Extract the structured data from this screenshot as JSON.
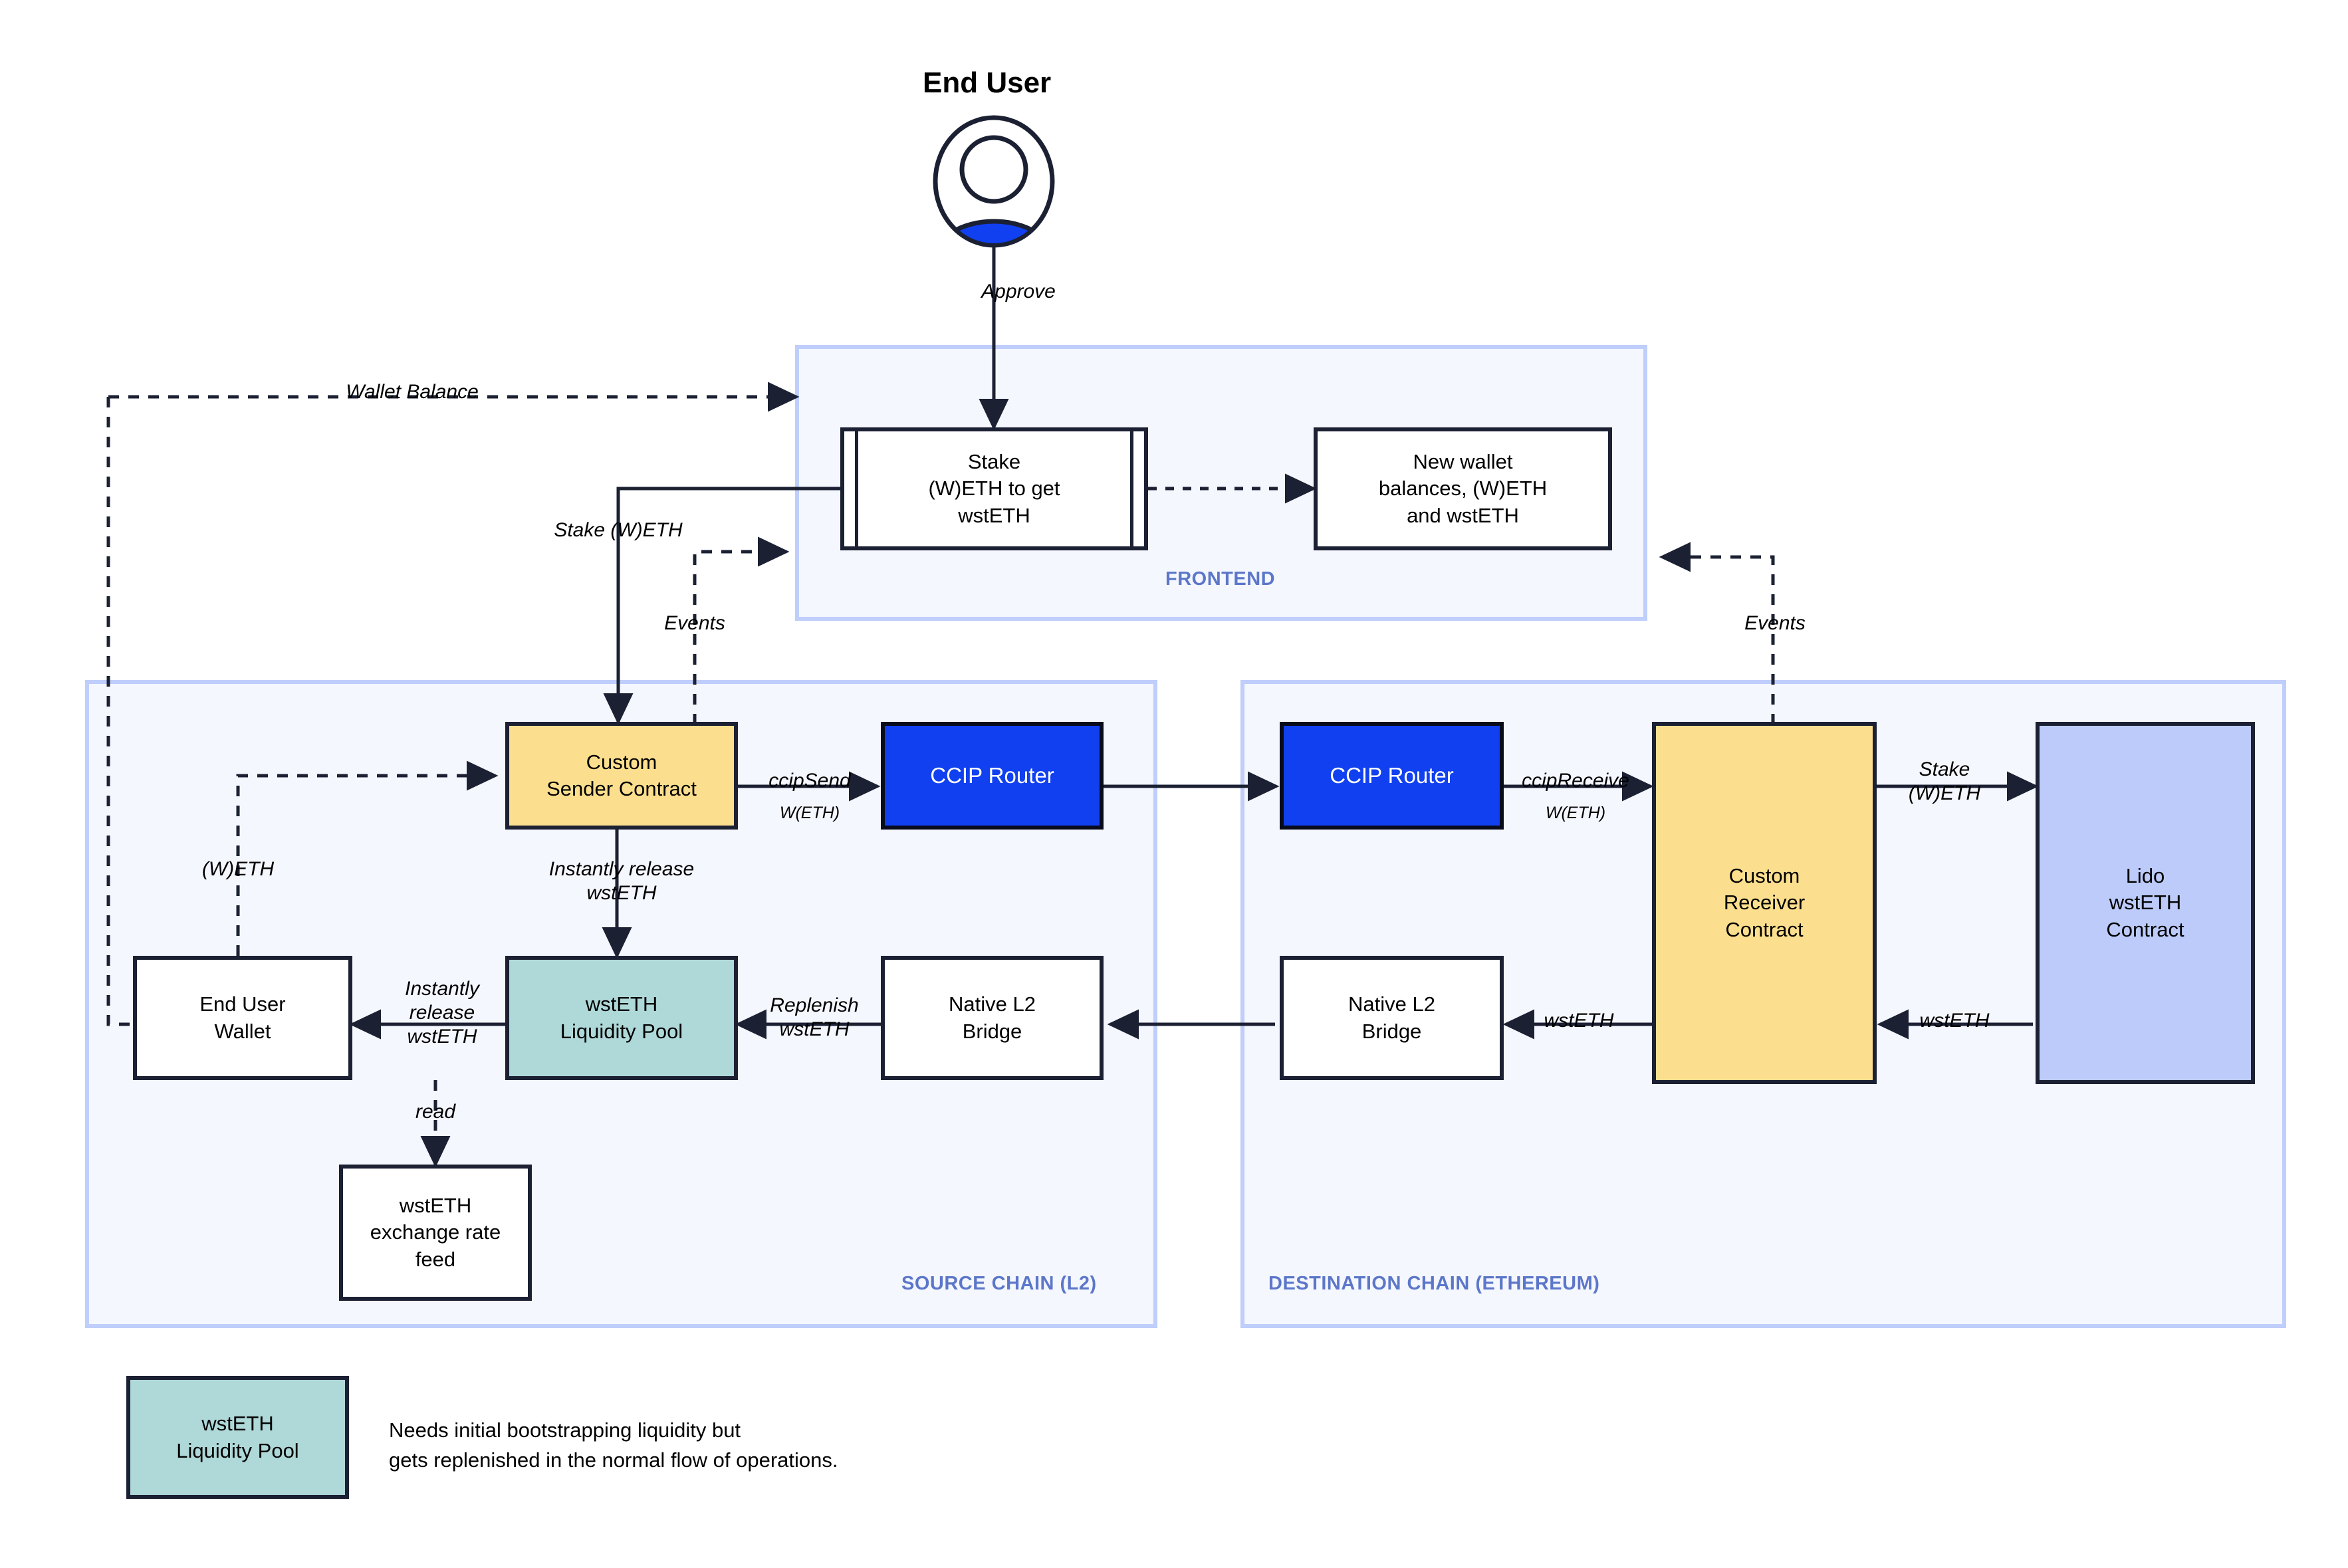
{
  "diagram": {
    "title": "End User",
    "actor_icon": "user-avatar-icon"
  },
  "zones": [
    {
      "id": "frontend",
      "label": "FRONTEND"
    },
    {
      "id": "source",
      "label": "SOURCE CHAIN (L2)"
    },
    {
      "id": "destination",
      "label": "DESTINATION CHAIN (ETHEREUM)"
    }
  ],
  "nodes": [
    {
      "id": "stake-form",
      "label": "Stake\n(W)ETH to get\nwstETH",
      "style": "white-subroutine"
    },
    {
      "id": "new-balances",
      "label": "New wallet\nbalances, (W)ETH\nand wstETH",
      "style": "white"
    },
    {
      "id": "sender-contract",
      "label": "Custom\nSender Contract",
      "style": "yellow"
    },
    {
      "id": "ccip-router-src",
      "label": "CCIP Router",
      "style": "blue"
    },
    {
      "id": "ccip-router-dst",
      "label": "CCIP Router",
      "style": "blue"
    },
    {
      "id": "receiver-contract",
      "label": "Custom\nReceiver\nContract",
      "style": "yellow"
    },
    {
      "id": "lido-contract",
      "label": "Lido\nwstETH\nContract",
      "style": "purple"
    },
    {
      "id": "end-user-wallet",
      "label": "End User\nWallet",
      "style": "white"
    },
    {
      "id": "liquidity-pool",
      "label": "wstETH\nLiquidity Pool",
      "style": "teal"
    },
    {
      "id": "native-bridge-src",
      "label": "Native L2\nBridge",
      "style": "white"
    },
    {
      "id": "native-bridge-dst",
      "label": "Native L2\nBridge",
      "style": "white"
    },
    {
      "id": "rate-feed",
      "label": "wstETH\nexchange rate\nfeed",
      "style": "white"
    }
  ],
  "edge_labels": {
    "approve": "Approve",
    "wallet_balance": "Wallet Balance",
    "stake_weth": "Stake (W)ETH",
    "events_src": "Events",
    "events_dst": "Events",
    "ccip_send": "ccipSend",
    "ccip_send_sub": "W(ETH)",
    "ccip_receive": "ccipReceive",
    "ccip_receive_sub": "W(ETH)",
    "stake_weth_dst": "Stake\n(W)ETH",
    "weth": "(W)ETH",
    "instantly_release_wsteth_v": "Instantly release\nwstETH",
    "instantly_release_wsteth_h": "Instantly\nrelease\nwstETH",
    "replenish_wsteth": "Replenish\nwstETH",
    "read": "read",
    "wsteth_dst_1": "wstETH",
    "wsteth_dst_2": "wstETH"
  },
  "legend": {
    "swatch_label": "wstETH\nLiquidity Pool",
    "note": "Needs initial bootstrapping liquidity but\ngets replenished in the normal flow of operations."
  },
  "colors": {
    "yellow": "#FCDF8E",
    "teal": "#AFD8D8",
    "purple": "#BCCBFA",
    "blue": "#1040F0",
    "zone_bg": "#F5F7FE",
    "zone_border": "#BFCEFB",
    "zone_label": "#5C77C9",
    "stroke": "#1b2033"
  }
}
